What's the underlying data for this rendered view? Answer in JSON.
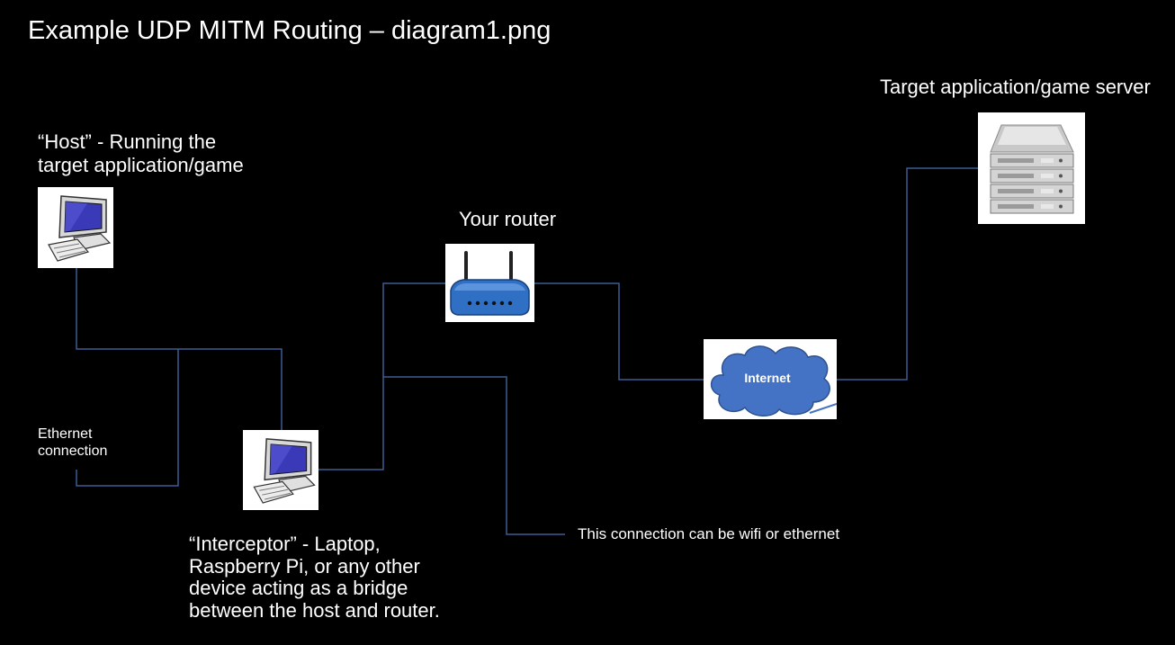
{
  "title": "Example UDP MITM Routing – diagram1.png",
  "nodes": {
    "host": {
      "label_lines": [
        "“Host” - Running the",
        "target application/game"
      ],
      "icon": "desktop-computer-icon"
    },
    "interceptor": {
      "label_lines": [
        "“Interceptor” - Laptop,",
        "Raspberry Pi, or any other",
        "device acting as a bridge",
        "between the host and router."
      ],
      "icon": "desktop-computer-icon"
    },
    "router": {
      "label": "Your router",
      "icon": "wifi-router-icon"
    },
    "internet": {
      "label": "Internet",
      "icon": "cloud-icon"
    },
    "server": {
      "label": "Target application/game server",
      "icon": "server-rack-icon"
    }
  },
  "annotations": {
    "ethernet_lines": [
      "Ethernet",
      "connection"
    ],
    "wifi_note": "This connection can be wifi or ethernet"
  },
  "colors": {
    "background": "#000000",
    "text": "#ffffff",
    "connector": "#3d5c94",
    "cloud": "#4472c4",
    "router_body": "#2f6fc4"
  }
}
